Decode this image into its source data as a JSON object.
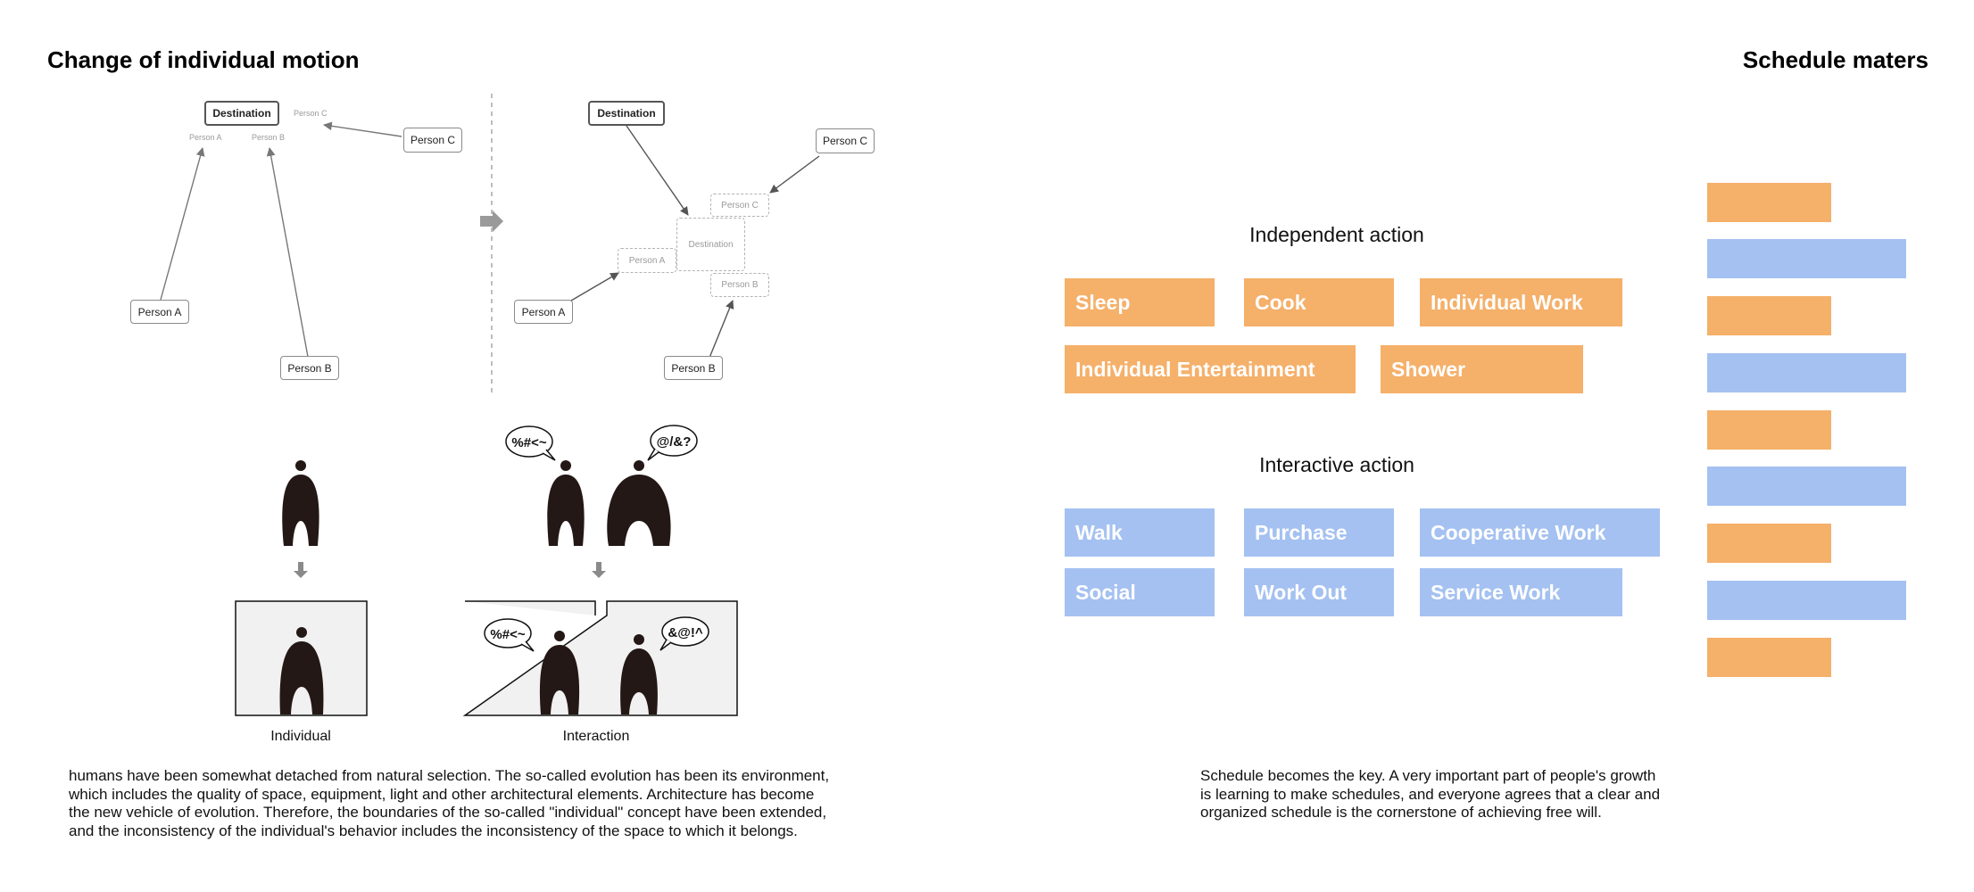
{
  "left": {
    "heading": "Change of individual motion",
    "before": {
      "destination": "Destination",
      "person_a": "Person A",
      "person_b": "Person B",
      "person_c": "Person C",
      "mini_a": "Person A",
      "mini_b": "Person B",
      "mini_c": "Person C"
    },
    "after": {
      "destination": "Destination",
      "person_a": "Person A",
      "person_b": "Person B",
      "person_c": "Person C",
      "center_destination": "Destination",
      "ghost_a": "Person A",
      "ghost_b": "Person B",
      "ghost_c": "Person C"
    },
    "bubbles": {
      "top_left": "%#<~",
      "top_right": "@/&?",
      "box_left": "%#<~",
      "box_right": "&@!^"
    },
    "captions": {
      "individual": "Individual",
      "interaction": "Interaction"
    },
    "paragraph": [
      "humans have been somewhat detached from natural selection. The so-called evolution has been its environment,",
      "which includes the quality of space, equipment, light and other architectural elements. Architecture has become",
      "the new vehicle of evolution. Therefore, the boundaries of the so-called \"individual\" concept have been extended,",
      "and the inconsistency of the individual's behavior includes the inconsistency of the space to which it belongs."
    ]
  },
  "right": {
    "heading": "Schedule maters",
    "independent": {
      "title": "Independent action",
      "items": [
        "Sleep",
        "Cook",
        "Individual Work",
        "Individual Entertainment",
        "Shower"
      ]
    },
    "interactive": {
      "title": "Interactive action",
      "items": [
        "Walk",
        "Purchase",
        "Cooperative Work",
        "Social",
        "Work Out",
        "Service Work"
      ]
    },
    "paragraph": [
      "Schedule becomes the key. A very important part of people's growth",
      "is learning to make schedules, and everyone agrees that a clear and",
      "organized schedule is the cornerstone of achieving free will."
    ]
  },
  "colors": {
    "orange": "#f5b06a",
    "blue": "#a4c1f1",
    "figure": "#231815"
  }
}
